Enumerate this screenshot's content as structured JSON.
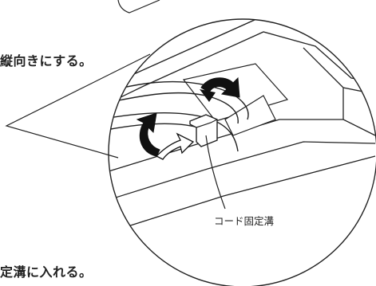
{
  "instructions": {
    "step_upper": "縦向きにする。",
    "step_lower": "定溝に入れる。"
  },
  "callout": {
    "label": "コード固定溝"
  },
  "colors": {
    "line": "#222222",
    "background": "#ffffff"
  }
}
